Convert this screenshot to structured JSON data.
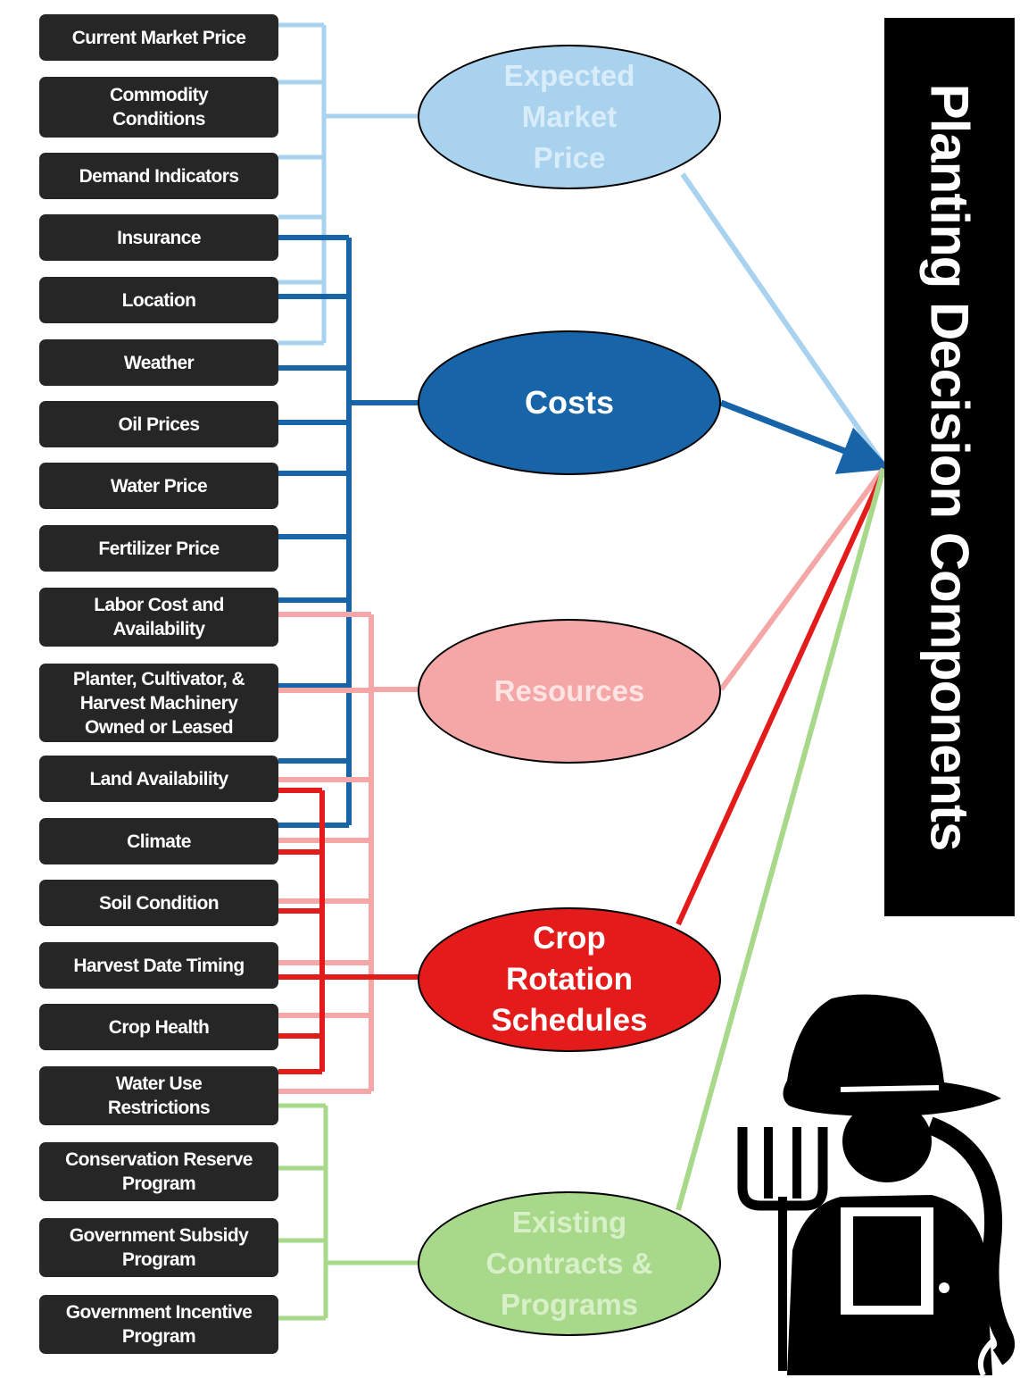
{
  "title": "Planting Decision Components",
  "factors": [
    {
      "label": "Current Market Price"
    },
    {
      "label": "Commodity\nConditions"
    },
    {
      "label": "Demand Indicators"
    },
    {
      "label": "Insurance"
    },
    {
      "label": "Location"
    },
    {
      "label": "Weather"
    },
    {
      "label": "Oil Prices"
    },
    {
      "label": "Water Price"
    },
    {
      "label": "Fertilizer Price"
    },
    {
      "label": "Labor Cost and\nAvailability"
    },
    {
      "label": "Planter, Cultivator, &\nHarvest Machinery\nOwned or Leased"
    },
    {
      "label": "Land Availability"
    },
    {
      "label": "Climate"
    },
    {
      "label": "Soil Condition"
    },
    {
      "label": "Harvest Date Timing"
    },
    {
      "label": "Crop Health"
    },
    {
      "label": "Water Use\nRestrictions"
    },
    {
      "label": "Conservation Reserve\nProgram"
    },
    {
      "label": "Government Subsidy\nProgram"
    },
    {
      "label": "Government Incentive\nProgram"
    }
  ],
  "components": [
    {
      "id": "market",
      "label": "Expected\nMarket\nPrice",
      "color": "#a9d2ef",
      "inputs": [
        "Current Market Price",
        "Commodity Conditions",
        "Demand Indicators",
        "Insurance",
        "Location",
        "Weather"
      ]
    },
    {
      "id": "costs",
      "label": "Costs",
      "color": "#1764a8",
      "inputs": [
        "Insurance",
        "Location",
        "Weather",
        "Oil Prices",
        "Water Price",
        "Fertilizer Price",
        "Labor Cost and Availability",
        "Planter, Cultivator, & Harvest Machinery Owned or Leased",
        "Land Availability",
        "Climate"
      ]
    },
    {
      "id": "resources",
      "label": "Resources",
      "color": "#f4a7a6",
      "inputs": [
        "Labor Cost and Availability",
        "Planter, Cultivator, & Harvest Machinery Owned or Leased",
        "Land Availability",
        "Climate",
        "Soil Condition",
        "Harvest Date Timing",
        "Crop Health",
        "Water Use Restrictions"
      ]
    },
    {
      "id": "crop",
      "label": "Crop\nRotation\nSchedules",
      "color": "#e31b1b",
      "inputs": [
        "Land Availability",
        "Climate",
        "Soil Condition",
        "Harvest Date Timing",
        "Crop Health",
        "Water Use Restrictions"
      ]
    },
    {
      "id": "contracts",
      "label": "Existing\nContracts &\nPrograms",
      "color": "#a8d88a",
      "inputs": [
        "Water Use Restrictions",
        "Conservation Reserve Program",
        "Government Subsidy Program",
        "Government Incentive Program"
      ]
    }
  ],
  "icon": "farmer-with-pitchfork-icon"
}
